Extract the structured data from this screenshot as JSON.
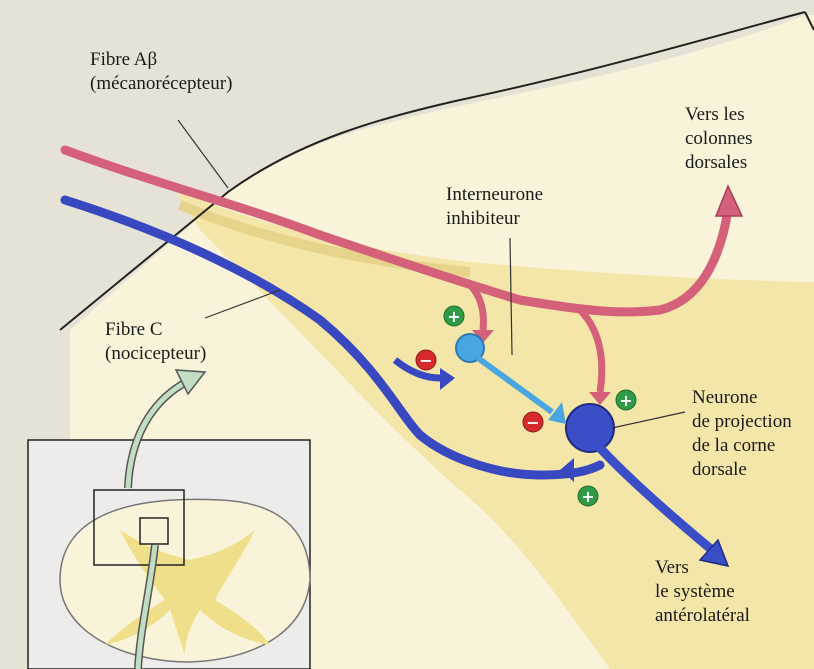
{
  "labels": {
    "fibre_ab": {
      "line1": "Fibre Aβ",
      "line2": "(mécanorécepteur)"
    },
    "fibre_c": {
      "line1": "Fibre C",
      "line2": "(nocicepteur)"
    },
    "interneurone": {
      "line1": "Interneurone",
      "line2": "inhibiteur"
    },
    "colonnes": {
      "line1": "Vers les",
      "line2": "colonnes",
      "line3": "dorsales"
    },
    "projection": {
      "line1": "Neurone",
      "line2": "de projection",
      "line3": "de la corne",
      "line4": "dorsale"
    },
    "anterolateral": {
      "line1": "Vers",
      "line2": "le système",
      "line3": "antérolatéral"
    }
  },
  "synapse_signs": {
    "plus": "+",
    "minus": "−"
  },
  "colors": {
    "fibre_ab": "#d4607a",
    "fibre_c": "#3848c0",
    "interneurone": "#4aa6e0",
    "projection_neuron": "#3a4ec8",
    "gray_matter": "#f3e6a8",
    "excitatory": "#2f9a48",
    "inhibitory": "#d82a2a",
    "arrow_green": "#c3ddc3"
  }
}
